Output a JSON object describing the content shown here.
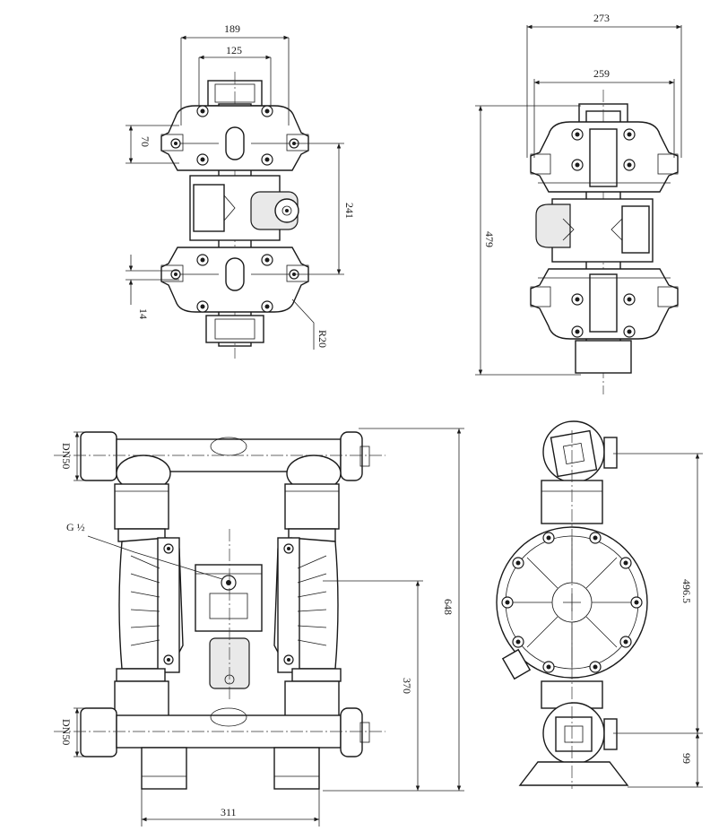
{
  "top_view": {
    "dim_width_outer": "189",
    "dim_width_inner": "125",
    "dim_flange_height": "70",
    "dim_flange_spacing": "241",
    "dim_foot": "14",
    "dim_radius": "R20"
  },
  "side_view_top": {
    "dim_width_outer": "273",
    "dim_width_inner": "259",
    "dim_height": "479"
  },
  "front_view": {
    "dim_port_top": "DN50",
    "dim_port_bottom": "DN50",
    "air_inlet": "G ½",
    "dim_total_height": "648",
    "dim_center_height": "370",
    "dim_base_width": "311"
  },
  "side_view_bottom": {
    "dim_port_spacing": "496.5",
    "dim_outlet_height": "99"
  }
}
